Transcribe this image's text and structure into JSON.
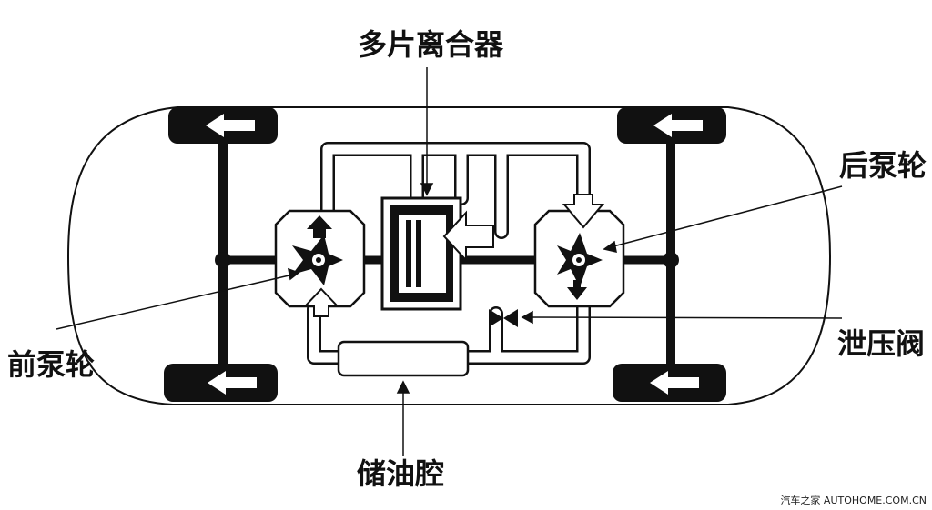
{
  "labels": {
    "clutch": "多片离合器",
    "rear_pump": "后泵轮",
    "front_pump": "前泵轮",
    "relief_valve": "泄压阀",
    "reservoir": "储油腔"
  },
  "watermark": "汽车之家 AUTOHOME.COM.CN",
  "colors": {
    "ink": "#111111",
    "background": "#ffffff"
  }
}
